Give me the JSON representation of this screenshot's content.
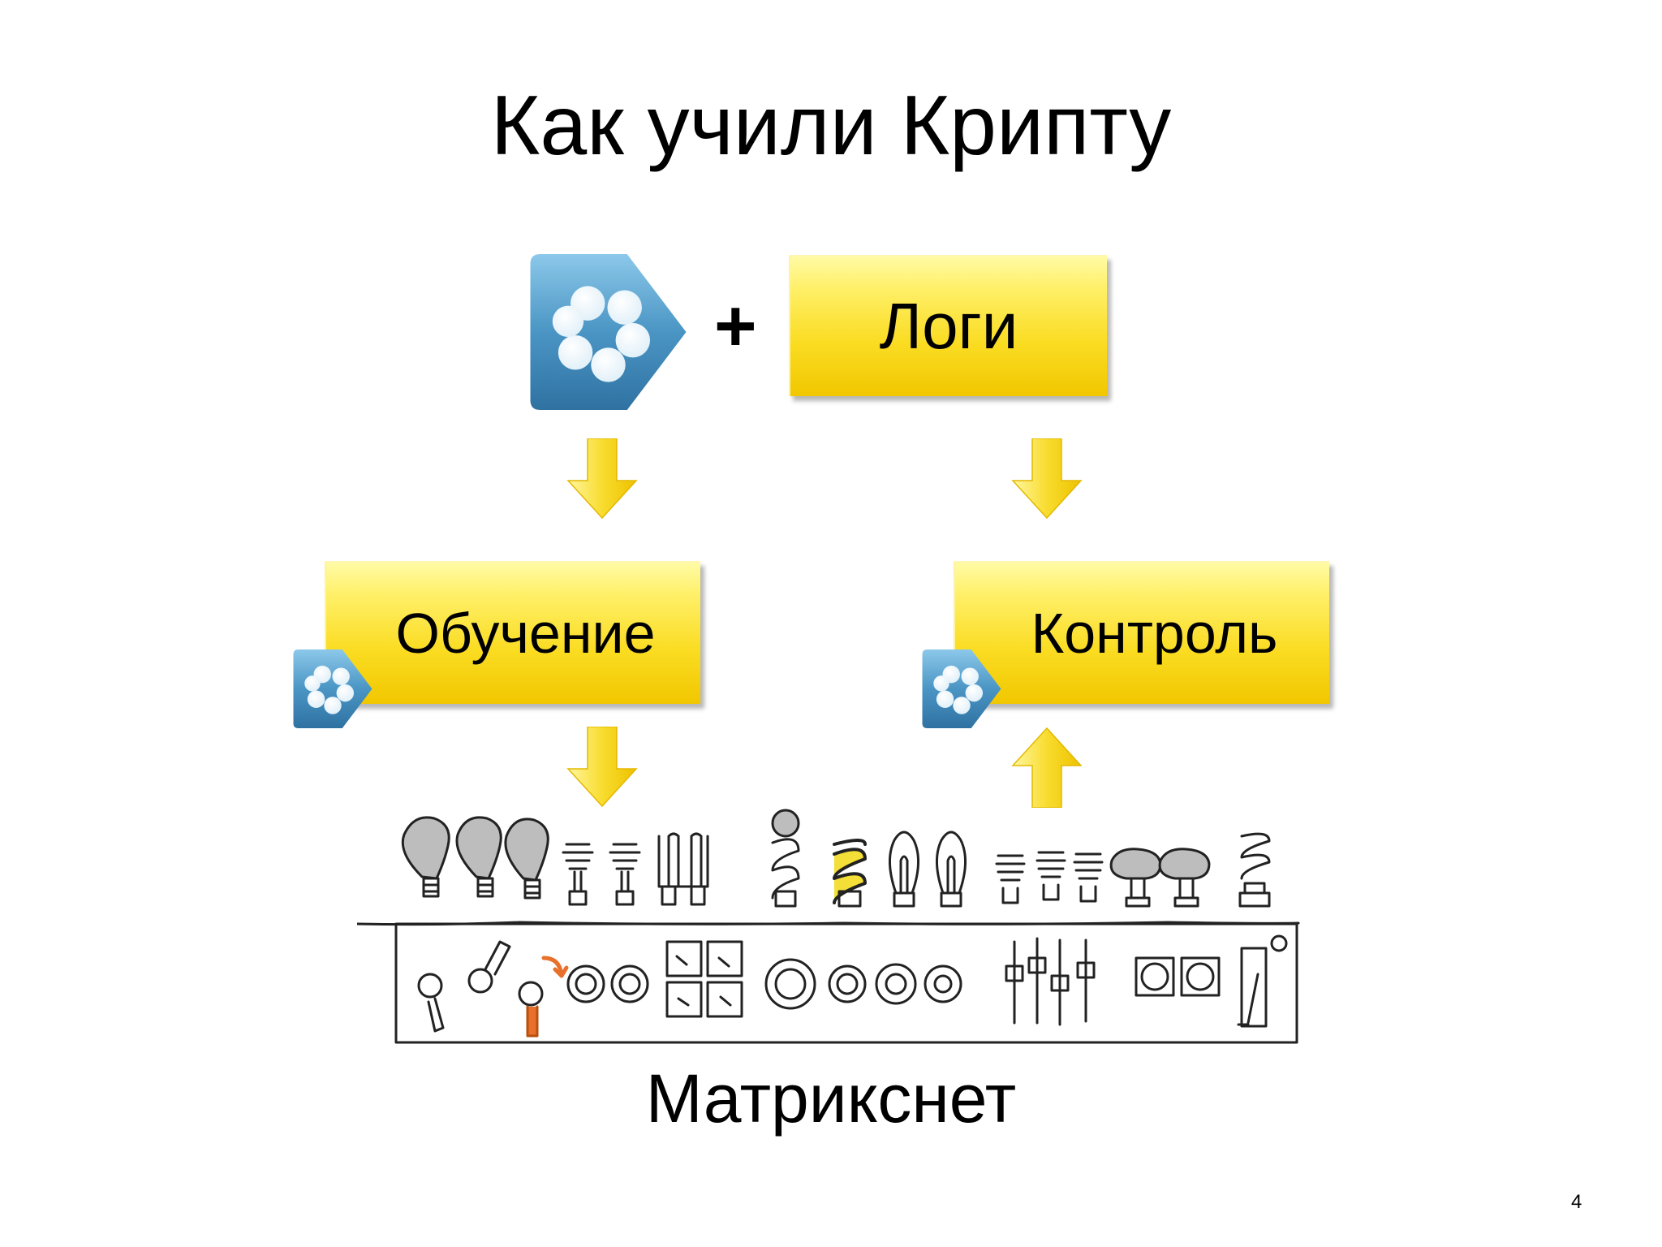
{
  "title": "Как учили Крипту",
  "plus": "+",
  "boxes": {
    "logi": "Логи",
    "obuch": "Обучение",
    "kontrol": "Контроль"
  },
  "illustration_label": "Матрикснет",
  "page_number": "4",
  "icons": {
    "main_badge": "blue-flower-badge-icon",
    "small_badge": "blue-flower-badge-icon",
    "arrow": "yellow-arrow-icon"
  },
  "colors": {
    "box_yellow": "#f7d51d",
    "badge_blue": "#4a95c4",
    "arrow_yellow": "#f6d51e",
    "accent_orange": "#e8702a"
  }
}
